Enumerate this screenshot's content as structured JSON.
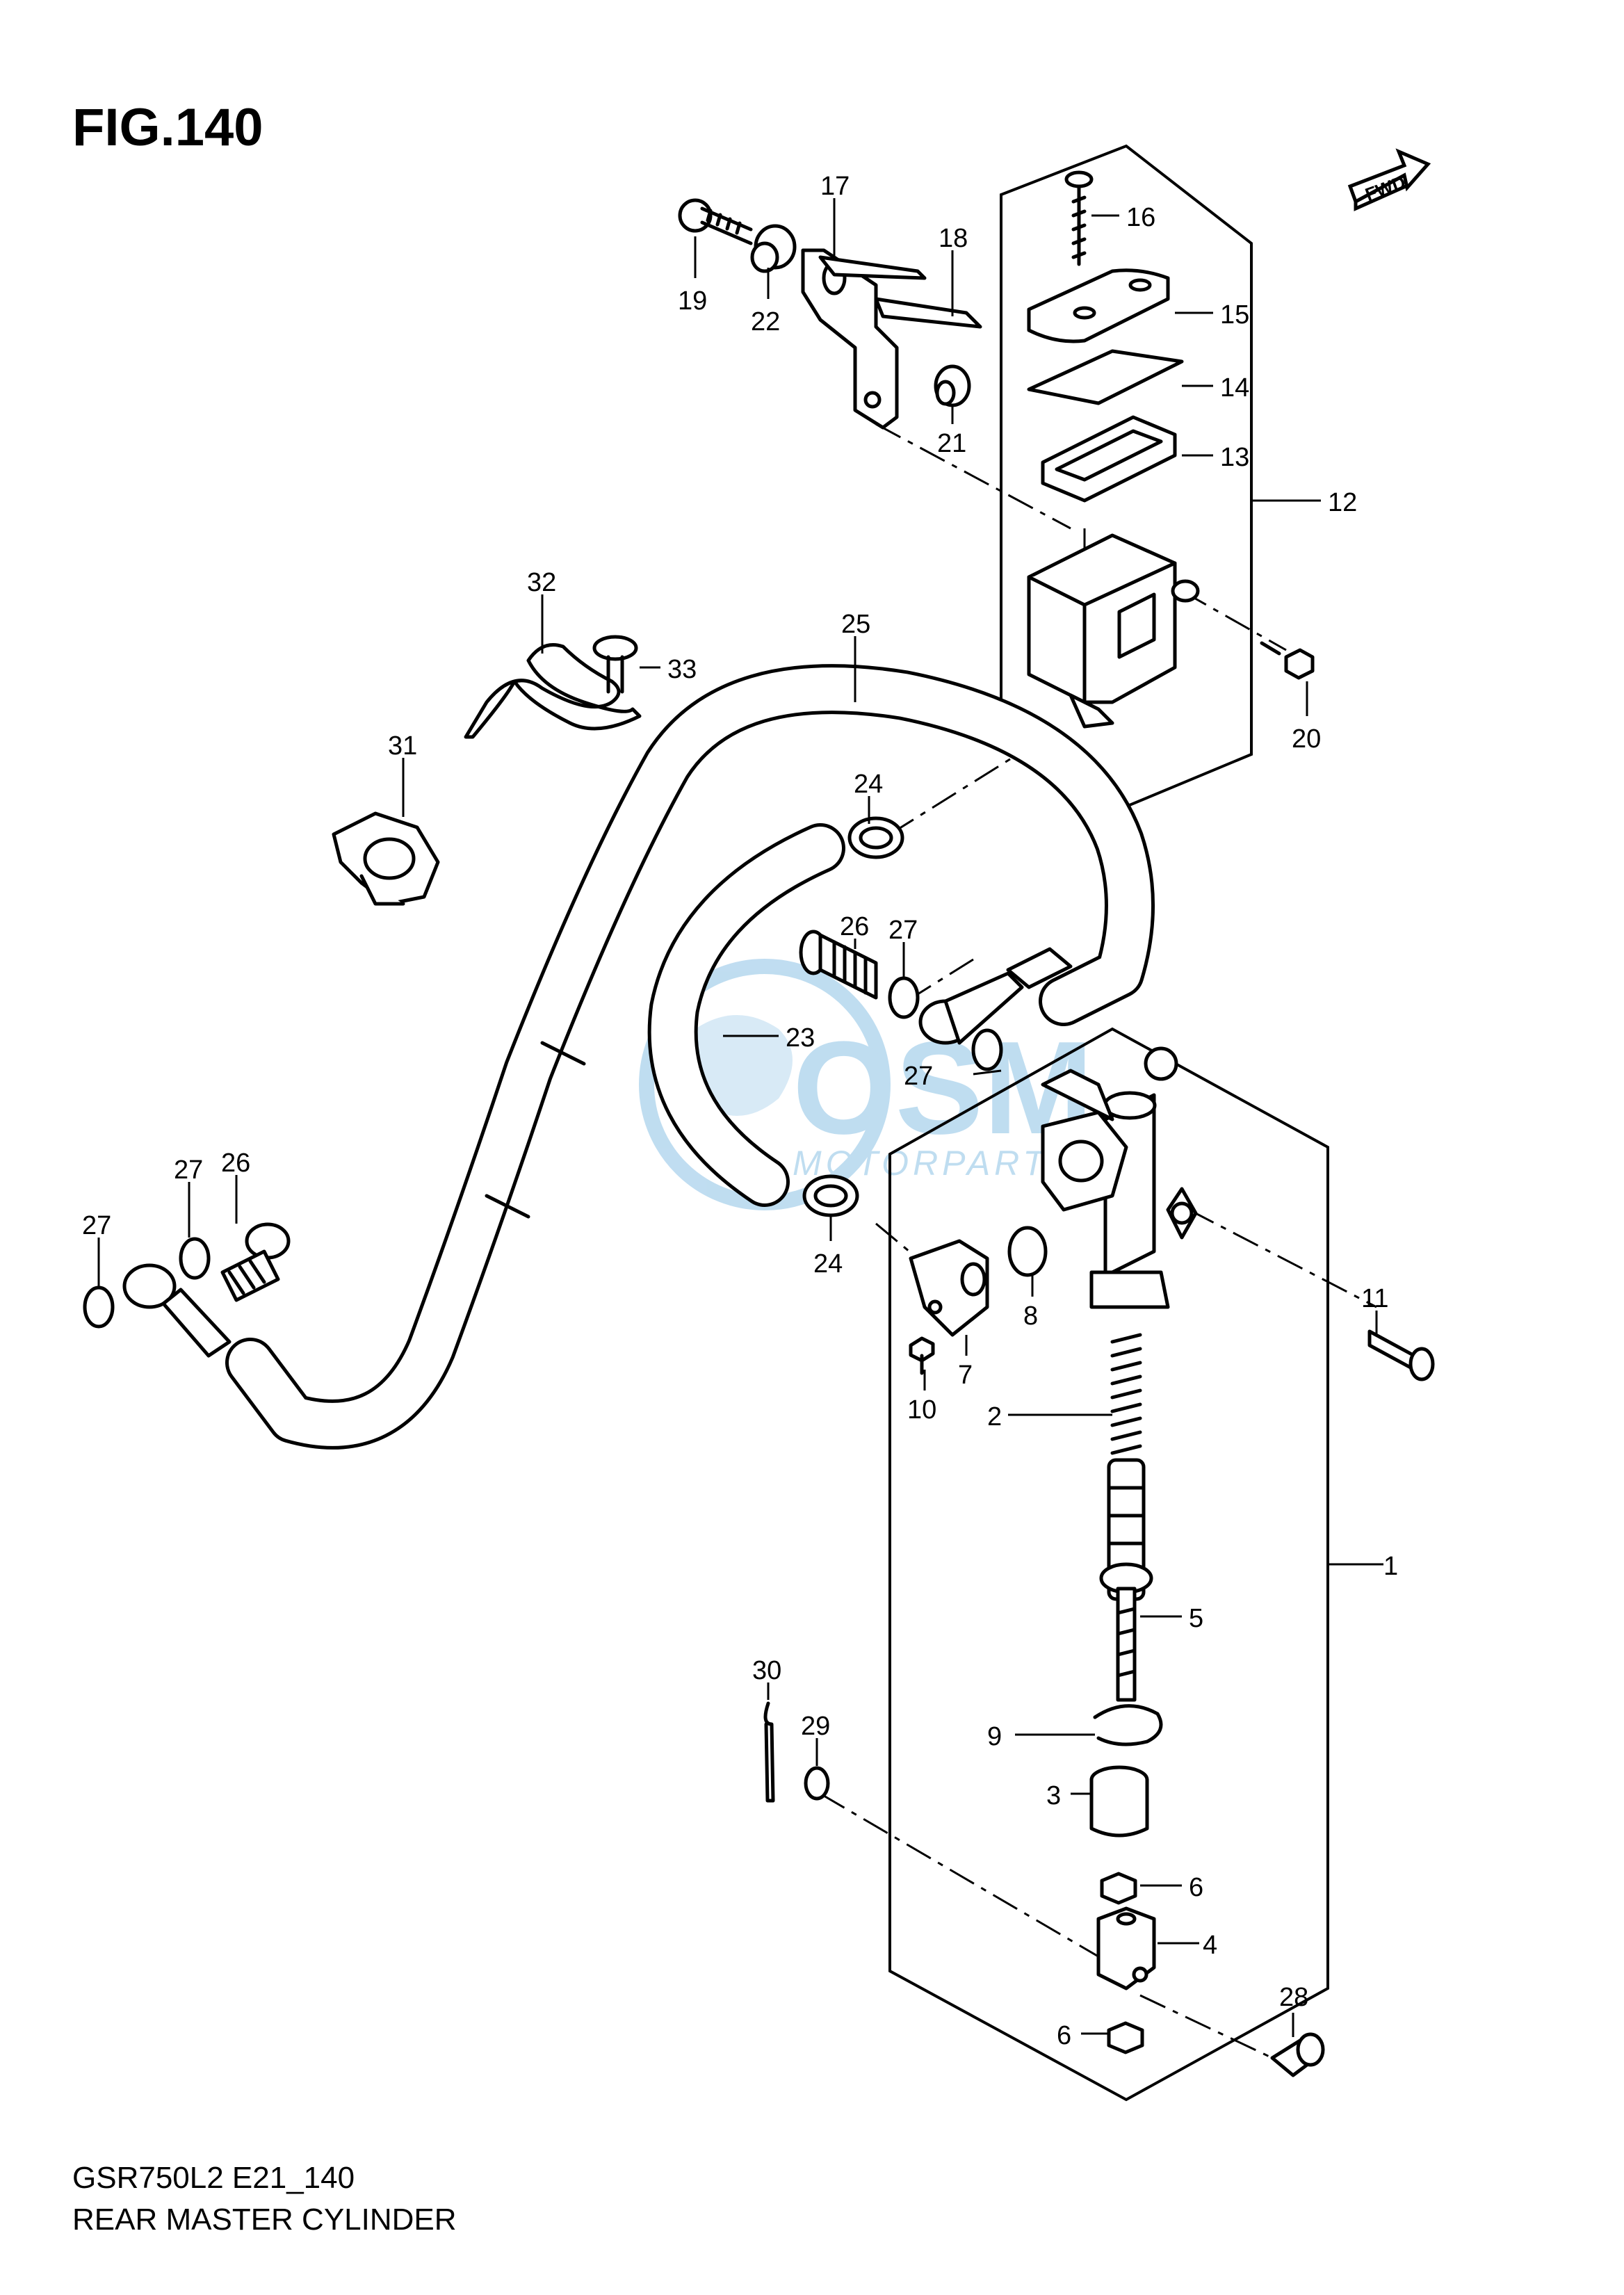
{
  "figure": {
    "title": "FIG.140",
    "model_code": "GSR750L2  E21_140",
    "assembly_name": "REAR MASTER CYLINDER",
    "direction_badge": "FWD"
  },
  "watermark": {
    "logo_text": "OSM",
    "sub_text": "MOTORPARTS",
    "color": "#4a9fd6"
  },
  "callouts": [
    {
      "id": "c1",
      "label": "1"
    },
    {
      "id": "c2",
      "label": "2"
    },
    {
      "id": "c3",
      "label": "3"
    },
    {
      "id": "c4",
      "label": "4"
    },
    {
      "id": "c5",
      "label": "5"
    },
    {
      "id": "c6a",
      "label": "6"
    },
    {
      "id": "c6b",
      "label": "6"
    },
    {
      "id": "c7",
      "label": "7"
    },
    {
      "id": "c8",
      "label": "8"
    },
    {
      "id": "c9",
      "label": "9"
    },
    {
      "id": "c10",
      "label": "10"
    },
    {
      "id": "c11",
      "label": "11"
    },
    {
      "id": "c12",
      "label": "12"
    },
    {
      "id": "c13",
      "label": "13"
    },
    {
      "id": "c14",
      "label": "14"
    },
    {
      "id": "c15",
      "label": "15"
    },
    {
      "id": "c16",
      "label": "16"
    },
    {
      "id": "c17",
      "label": "17"
    },
    {
      "id": "c18",
      "label": "18"
    },
    {
      "id": "c19",
      "label": "19"
    },
    {
      "id": "c20",
      "label": "20"
    },
    {
      "id": "c21",
      "label": "21"
    },
    {
      "id": "c22",
      "label": "22"
    },
    {
      "id": "c23",
      "label": "23"
    },
    {
      "id": "c24a",
      "label": "24"
    },
    {
      "id": "c24b",
      "label": "24"
    },
    {
      "id": "c25",
      "label": "25"
    },
    {
      "id": "c26a",
      "label": "26"
    },
    {
      "id": "c26b",
      "label": "26"
    },
    {
      "id": "c27a",
      "label": "27"
    },
    {
      "id": "c27b",
      "label": "27"
    },
    {
      "id": "c27c",
      "label": "27"
    },
    {
      "id": "c27d",
      "label": "27"
    },
    {
      "id": "c28",
      "label": "28"
    },
    {
      "id": "c29",
      "label": "29"
    },
    {
      "id": "c30",
      "label": "30"
    },
    {
      "id": "c31",
      "label": "31"
    },
    {
      "id": "c32",
      "label": "32"
    },
    {
      "id": "c33",
      "label": "33"
    }
  ]
}
